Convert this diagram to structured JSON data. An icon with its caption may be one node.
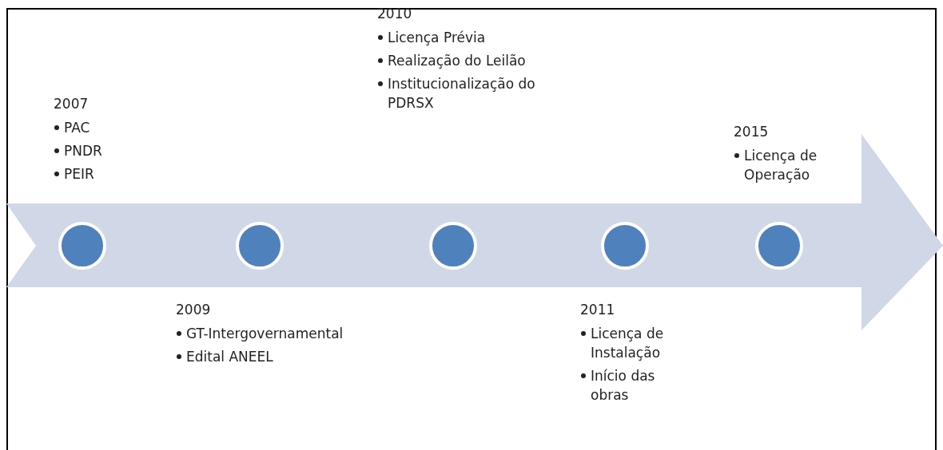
{
  "diagram": {
    "nodes": [
      {
        "text": [],
        "shape": "arrow"
      },
      {
        "text": [],
        "shape": "circle",
        "in": 0,
        "beside": [
          "2007",
          "PAC",
          "PNDR",
          "PEIR"
        ]
      },
      {
        "text": [],
        "shape": "circle",
        "in": 0,
        "beside": [
          "2009",
          "GT-Intergovernamental",
          "Edital ANEEL"
        ]
      },
      {
        "text": [],
        "shape": "circle",
        "in": 0,
        "beside": [
          "2010",
          "Licença Prévia",
          "Realização do Leilão",
          "Institucionalização do PDRSX"
        ]
      },
      {
        "text": [],
        "shape": "circle",
        "in": 0,
        "beside": [
          "2011",
          "Licença de Instalação",
          "Início das obras"
        ]
      },
      {
        "text": [],
        "shape": "circle",
        "in": 0,
        "beside": [
          "2015",
          "Licença de Operação"
        ]
      }
    ],
    "edges": []
  }
}
